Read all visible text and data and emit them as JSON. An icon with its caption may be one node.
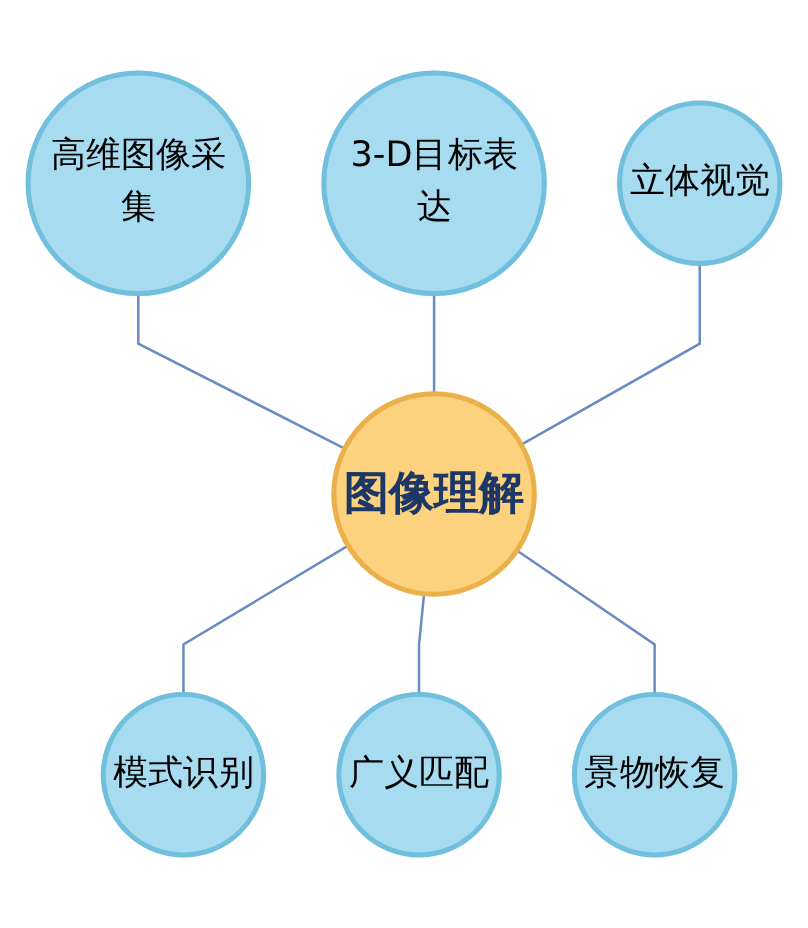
{
  "diagram": {
    "nodes": [
      {
        "text": [
          "3-D目标表达"
        ]
      },
      {
        "text": [
          "高维图像采集"
        ]
      },
      {
        "text": [
          "立体视觉"
        ]
      },
      {
        "text": [
          "图像理解"
        ]
      },
      {
        "text": [
          "模式识别"
        ]
      },
      {
        "text": [
          "景物恢复"
        ]
      },
      {
        "text": [
          "广义匹配"
        ]
      }
    ],
    "edges": [
      {
        "from": 1,
        "to": 3,
        "arrow": "none"
      },
      {
        "from": 0,
        "to": 3,
        "arrow": "none"
      },
      {
        "from": 2,
        "to": 3,
        "arrow": "none"
      },
      {
        "from": 3,
        "to": 4,
        "arrow": "none"
      },
      {
        "from": 3,
        "to": 6,
        "arrow": "none"
      },
      {
        "from": 3,
        "to": 5,
        "arrow": "none"
      }
    ]
  }
}
